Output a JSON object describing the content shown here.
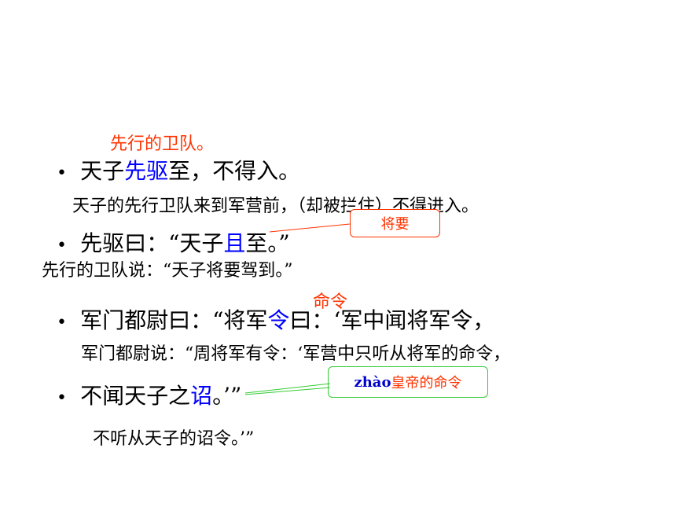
{
  "lines": [
    {
      "note": "先行的卫队。",
      "prefix": "天子",
      "hl": "先驱",
      "suffix": "至，不得入。",
      "translation": "天子的先行卫队来到军营前，（却被拦住）不得进入。"
    },
    {
      "prefix": "先驱曰：“天子",
      "hl": "且",
      "suffix": "至。”",
      "callout": "将要",
      "translation": "先行的卫队说：“天子将要驾到。”"
    },
    {
      "note": "命令",
      "prefix": "军门都尉曰：“将军",
      "hl": "令",
      "suffix": "曰：‘军中闻将军令，",
      "translation": "军门都尉说：“周将军有令：‘军营中只听从将军的命令，"
    },
    {
      "prefix": "不闻天子之",
      "hl": "诏",
      "suffix": "。’”",
      "callout_pinyin": "zhào",
      "callout": "皇帝的命令",
      "translation": "不听从天子的诏令。’”"
    }
  ],
  "colors": {
    "note": "#ff3300",
    "highlight": "#0000ff",
    "callout_green": "#33cc33",
    "pinyin": "#0000cc"
  }
}
